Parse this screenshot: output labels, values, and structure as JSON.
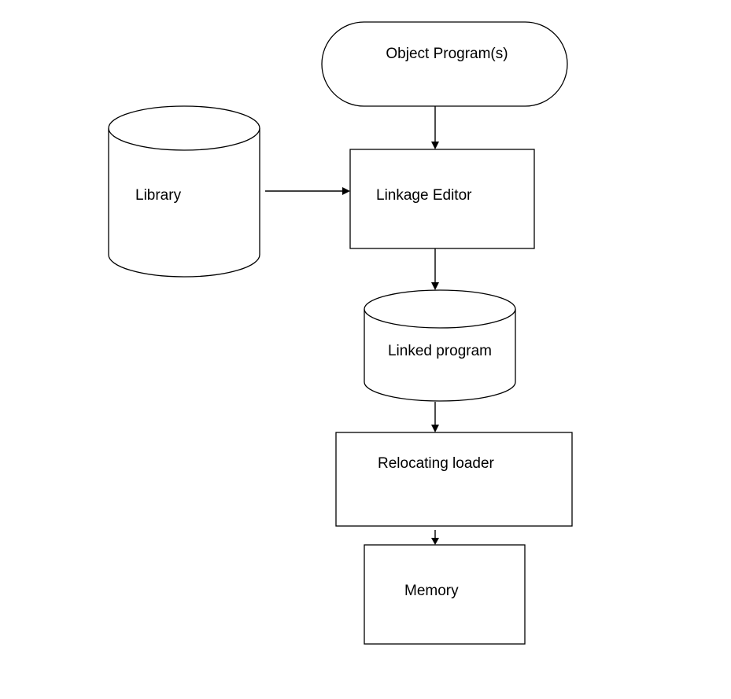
{
  "diagram": {
    "nodes": {
      "object_program": {
        "label": "Object Program(s)",
        "shape": "terminator"
      },
      "library": {
        "label": "Library",
        "shape": "cylinder"
      },
      "linkage_editor": {
        "label": "Linkage Editor",
        "shape": "rectangle"
      },
      "linked_program": {
        "label": "Linked program",
        "shape": "cylinder"
      },
      "relocating_loader": {
        "label": "Relocating loader",
        "shape": "rectangle"
      },
      "memory": {
        "label": "Memory",
        "shape": "rectangle"
      }
    },
    "edges": [
      {
        "from": "object_program",
        "to": "linkage_editor"
      },
      {
        "from": "library",
        "to": "linkage_editor"
      },
      {
        "from": "linkage_editor",
        "to": "linked_program"
      },
      {
        "from": "linked_program",
        "to": "relocating_loader"
      },
      {
        "from": "relocating_loader",
        "to": "memory"
      }
    ],
    "colors": {
      "stroke": "#000000",
      "fill": "#ffffff",
      "text": "#000000"
    }
  }
}
